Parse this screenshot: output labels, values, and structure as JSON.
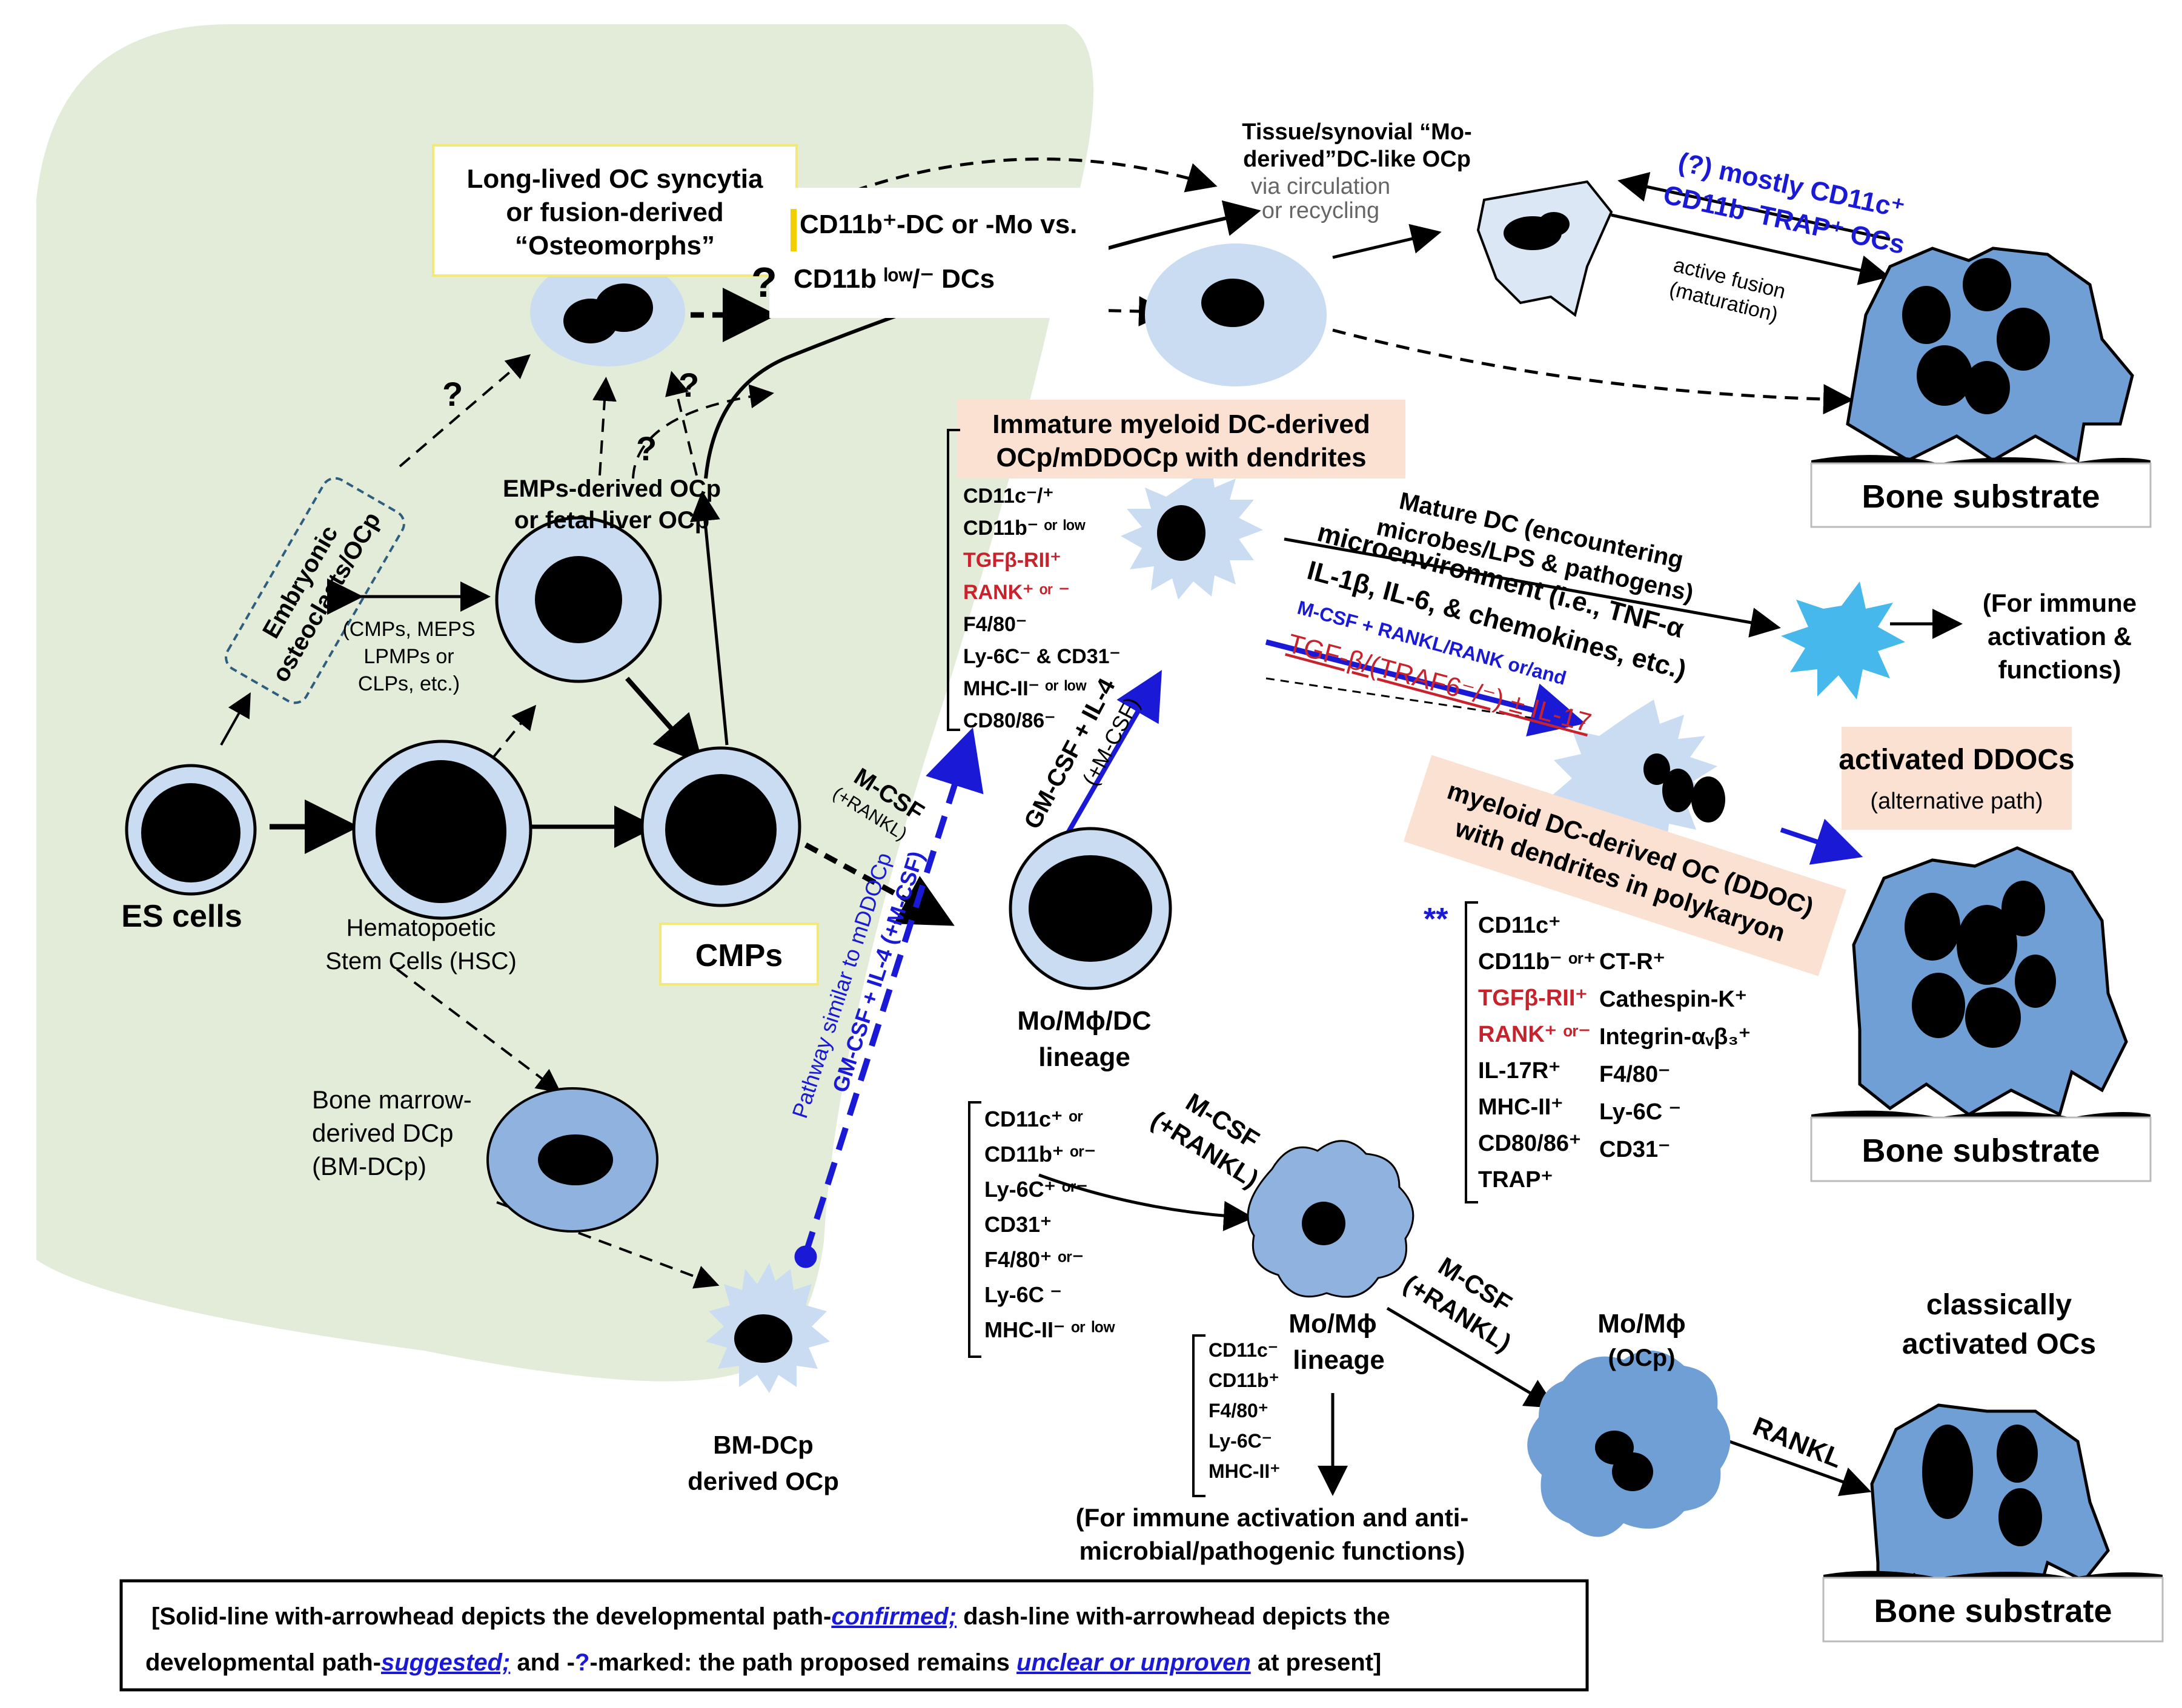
{
  "labels": {
    "long_lived_1": "Long-lived OC syncytia",
    "long_lived_2": "or fusion-derived",
    "long_lived_3": "“Osteomorphs”",
    "cd11b_dc_1": "CD11b⁺-DC or -Mo vs.",
    "cd11b_dc_2": "CD11b ˡᵒʷ/⁻ DCs",
    "tissue_1": "Tissue/synovial “Mo-",
    "tissue_2": "derived”DC-like OCp",
    "via_circ_1": "via circulation",
    "via_circ_2": "or recycling",
    "mostly_1": "(?) mostly CD11c⁺",
    "mostly_2": "CD11b⁻TRAP⁺ OCs",
    "active_fusion_1": "active fusion",
    "active_fusion_2": "(maturation)",
    "embryonic_1": "Embryonic",
    "embryonic_2": "osteoclasts/OCp",
    "emps_1": "EMPs-derived OCp",
    "emps_2": "or fetal liver OCp",
    "cmps_list_1": "(CMPs, MEPS",
    "cmps_list_2": "LPMPs or",
    "cmps_list_3": "CLPs, etc.)",
    "es_cells": "ES cells",
    "hsc_1": "Hematopoetic",
    "hsc_2": "Stem Cells (HSC)",
    "cmps": "CMPs",
    "bm_dcp_1": "Bone marrow-",
    "bm_dcp_2": "derived DCp",
    "bm_dcp_3": "(BM-DCp)",
    "bm_dcp_ocp_1": "BM-DCp",
    "bm_dcp_ocp_2": "derived OCp",
    "pathway_1": "Pathway similar to mDDOCp",
    "pathway_2": "GM-CSF + IL-4 (+M-CSF)",
    "mcsf_rankl_1": "M-CSF",
    "mcsf_rankl_2": "(+RANKL)",
    "gmcsf_1": "GM-CSF + IL-4",
    "gmcsf_2": "(+M-CSF)",
    "immature_1": "Immature myeloid DC-derived",
    "immature_2": "OCp/mDDOCp with dendrites",
    "mo_lineage_1": "Mo/Mϕ/DC",
    "mo_lineage_2": "lineage",
    "mature_dc_1": "Mature DC (encountering",
    "mature_dc_2": "microbes/LPS & pathogens)",
    "for_immune_1": "(For immune",
    "for_immune_2": "activation &",
    "for_immune_3": "functions)",
    "micro_1": "microenvironment (i.e., TNF-α",
    "micro_2": "IL-1β, IL-6, & chemokines, etc.)",
    "micro_3": "M-CSF + RANKL/RANK or/and",
    "micro_4": "TGF-β/(TRAF6⁻/⁻) ± IL-17",
    "activated_ddocs_1": "activated DDOCs",
    "activated_ddocs_2": "(alternative path)",
    "myeloid_ddoc_1": "myeloid DC-derived OC (DDOC)",
    "myeloid_ddoc_2": "with dendrites in polykaryon",
    "bone_substrate": "Bone substrate",
    "mcsf2_1": "M-CSF",
    "mcsf2_2": "(+RANKL)",
    "mcsf3_1": "M-CSF",
    "mcsf3_2": "(+RANKL)",
    "mo_mphi_lin_1": "Mo/Mϕ",
    "mo_mphi_lin_2": "lineage",
    "mo_mphi_ocp_1": "Mo/Mϕ",
    "mo_mphi_ocp_2": "(OCp)",
    "classical_1": "classically",
    "classical_2": "activated OCs",
    "rankl": "RANKL",
    "for_immune_anti_1": "(For immune activation and anti-",
    "for_immune_anti_2": "microbial/pathogenic functions)",
    "question": "?",
    "stars": "**"
  },
  "markers": {
    "immature": [
      "CD11c⁻/⁺",
      "CD11b⁻ ᵒʳ ˡᵒʷ",
      "TGFβ-RII⁺",
      "RANK⁺ ᵒʳ ⁻",
      "F4/80⁻",
      "Ly-6C⁻ & CD31⁻",
      "MHC-II⁻ ᵒʳ ˡᵒʷ",
      "CD80/86⁻"
    ],
    "mo_dc": [
      "CD11c⁺ ᵒʳ",
      "CD11b⁺ ᵒʳ⁻",
      "Ly-6C⁺ ᵒʳ⁻",
      "CD31⁺",
      "F4/80⁺ ᵒʳ⁻",
      "Ly-6C ⁻",
      "MHC-II⁻ ᵒʳ ˡᵒʷ"
    ],
    "mo_mphi": [
      "CD11c⁻",
      "CD11b⁺",
      "F4/80⁺",
      "Ly-6C⁻",
      "MHC-II⁺"
    ],
    "ddoc_left": [
      "CD11c⁺",
      "CD11b⁻ ᵒʳ⁺",
      "TGFβ-RII⁺",
      "RANK⁺ ᵒʳ⁻",
      "IL-17R⁺",
      "MHC-II⁺",
      "CD80/86⁺",
      "TRAP⁺"
    ],
    "ddoc_right": [
      "CT-R⁺",
      "Cathespin-K⁺",
      "Integrin-αᵥβ₃⁺",
      "F4/80⁻",
      "Ly-6C ⁻",
      "CD31⁻"
    ]
  },
  "legend": {
    "p1": "[Solid-line with-arrowhead depicts the developmental path-",
    "p2": "confirmed;",
    "p3": " dash-line with-arrowhead depicts the",
    "p4": "developmental path-",
    "p5": "suggested;",
    "p6": " and -",
    "p7": "?",
    "p8": "-marked: the path proposed remains ",
    "p9": "unclear or unproven",
    "p10": " at present]"
  },
  "colors": {
    "green_bg": "#e3ecd8",
    "cell_light": "#c9dcf2",
    "cell_mid": "#8fb3de",
    "bone_cell": "#6f9fd4",
    "peach": "#fbe1d2",
    "blue_text": "#1a1ad6",
    "red_text": "#c8232c",
    "burst": "#46b8ec"
  }
}
